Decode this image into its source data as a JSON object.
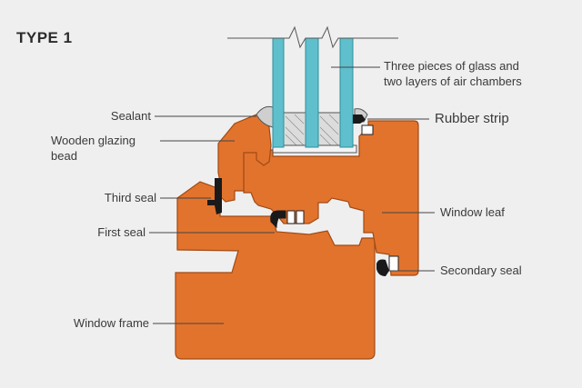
{
  "title": "TYPE 1",
  "colors": {
    "frame": "#e2732d",
    "frame_edge": "#a24a14",
    "glass": "#5fbfcc",
    "glass_edge": "#2d8f9c",
    "background": "#efefef",
    "seal": "#1a1a1a",
    "sealant": "#cfcfcf",
    "leader_line": "#444444"
  },
  "labels": {
    "glass": [
      "Three pieces of glass and",
      "two layers of air chambers"
    ],
    "sealant": "Sealant",
    "rubber_strip": "Rubber strip",
    "glazing_bead": [
      "Wooden glazing",
      "bead"
    ],
    "third_seal": "Third seal",
    "first_seal": "First seal",
    "window_leaf": "Window leaf",
    "secondary_seal": "Secondary seal",
    "window_frame": "Window frame"
  }
}
